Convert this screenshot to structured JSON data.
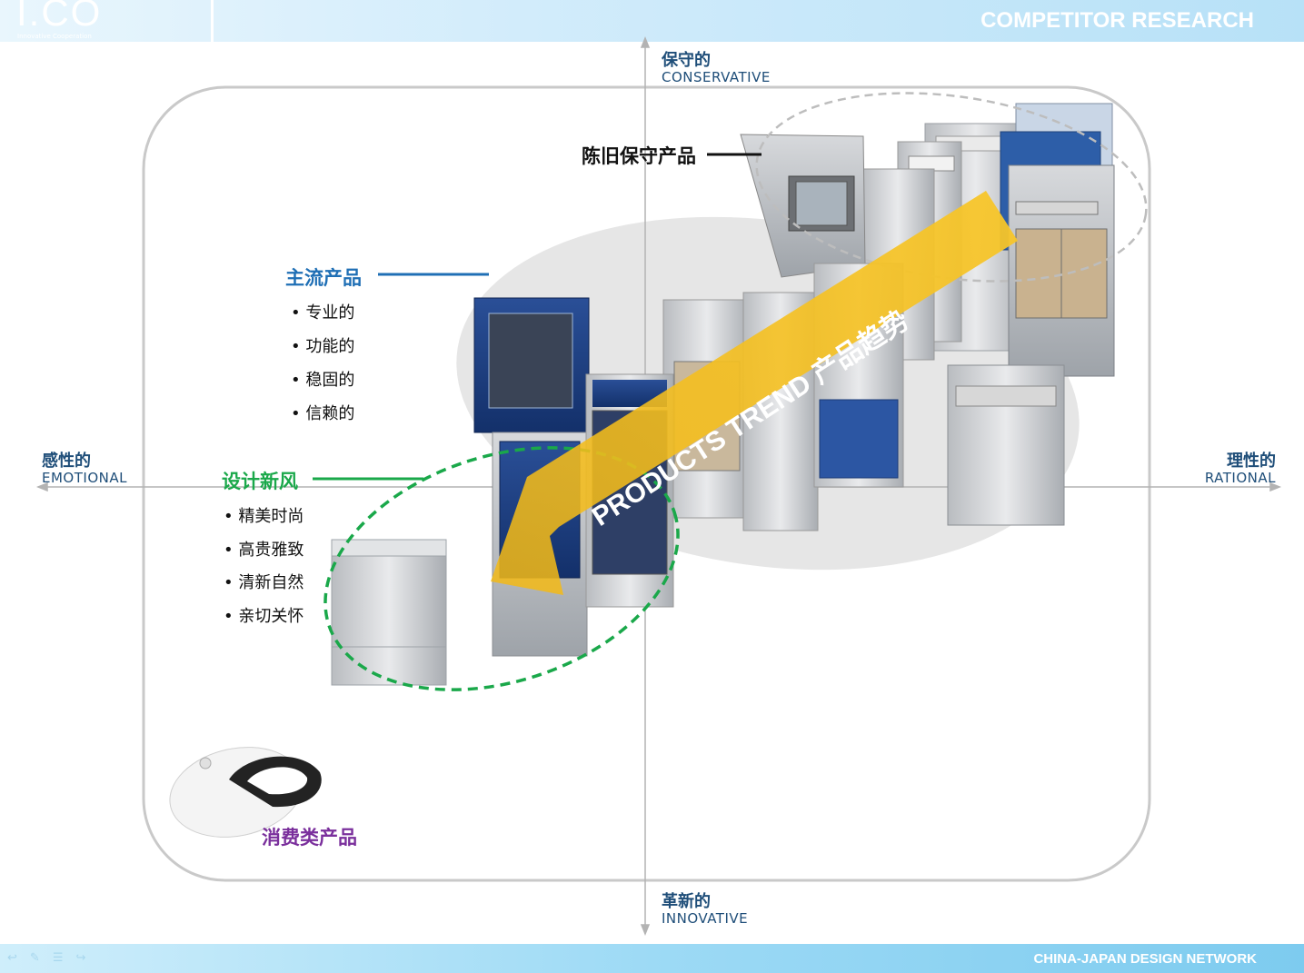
{
  "header": {
    "logo": "I.CO",
    "logo_subtitle": "Innovative Cooperation",
    "title": "COMPETITOR RESEARCH"
  },
  "footer": {
    "title": "CHINA-JAPAN DESIGN NETWORK"
  },
  "axes": {
    "top": {
      "cn": "保守的",
      "en": "CONSERVATIVE"
    },
    "bottom": {
      "cn": "革新的",
      "en": "INNOVATIVE"
    },
    "left": {
      "cn": "感性的",
      "en": "EMOTIONAL"
    },
    "right": {
      "cn": "理性的",
      "en": "RATIONAL"
    }
  },
  "groups": {
    "old": {
      "title": "陈旧保守产品"
    },
    "mainstream": {
      "title": "主流产品",
      "items": [
        "专业的",
        "功能的",
        "稳固的",
        "信赖的"
      ]
    },
    "design": {
      "title": "设计新风",
      "items": [
        "精美时尚",
        "高贵雅致",
        "清新自然",
        "亲切关怀"
      ]
    },
    "consumer": {
      "title": "消费类产品"
    }
  },
  "trend": {
    "label": "PRODUCTS TREND  产品趋势"
  },
  "colors": {
    "mainstream": "#1f6fb5",
    "design": "#1aa84a",
    "consumer": "#7a2f9c",
    "trend": "#f6be1a",
    "axis_text": "#1f4e79"
  }
}
